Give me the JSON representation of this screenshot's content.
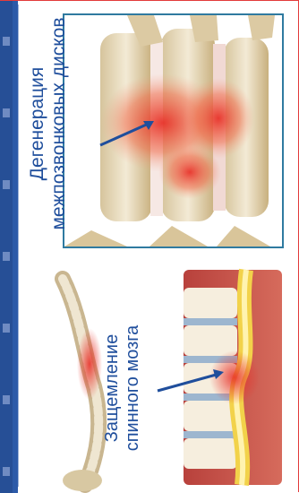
{
  "illustration": {
    "top_caption": {
      "line1": "Дегенерация",
      "line2": "межпозвонковых дисков"
    },
    "bottom_caption": {
      "line1": "Защемление",
      "line2": "спинного мозга"
    },
    "colors": {
      "frame_blue": "#2c5aa8",
      "caption_blue": "#1f4e9c",
      "inflammation_red": "#e23b3b",
      "bone": "#e8dcc0",
      "spinal_cord_yellow": "#f2d24a"
    }
  }
}
